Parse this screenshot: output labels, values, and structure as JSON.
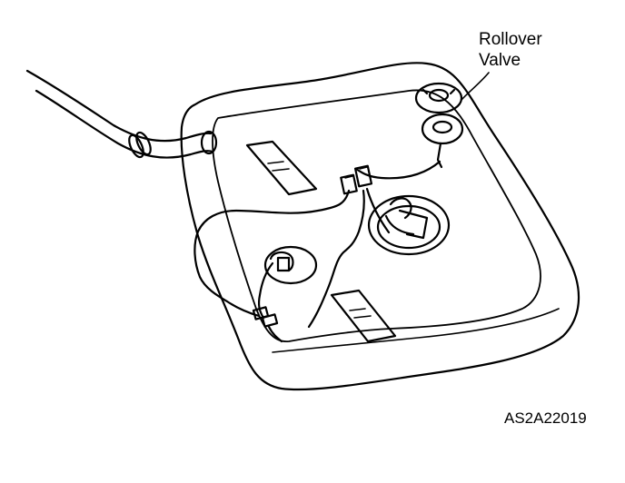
{
  "diagram": {
    "callout": {
      "line1": "Rollover",
      "line2": "Valve"
    },
    "figure_id": "AS2A22019",
    "colors": {
      "ink": "#000000",
      "paper": "#ffffff"
    }
  }
}
